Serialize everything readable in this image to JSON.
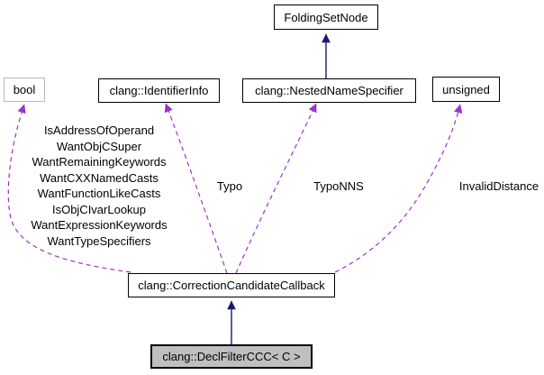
{
  "diagram": {
    "kind": "class-collaboration-graph",
    "nodes": {
      "folding_set_node": {
        "label": "FoldingSetNode"
      },
      "bool": {
        "label": "bool"
      },
      "identifier_info": {
        "label": "clang::IdentifierInfo"
      },
      "nested_name_specifier": {
        "label": "clang::NestedNameSpecifier"
      },
      "unsigned": {
        "label": "unsigned"
      },
      "correction_candidate_callback": {
        "label": "clang::CorrectionCandidateCallback"
      },
      "decl_filter_ccc": {
        "label": "clang::DeclFilterCCC< C >"
      }
    },
    "edge_labels": {
      "bool_members": [
        "IsAddressOfOperand",
        "WantObjCSuper",
        "WantRemainingKeywords",
        "WantCXXNamedCasts",
        "WantFunctionLikeCasts",
        "IsObjCIvarLookup",
        "WantExpressionKeywords",
        "WantTypeSpecifiers"
      ],
      "typo": "Typo",
      "typo_nns": "TypoNNS",
      "invalid_distance": "InvalidDistance"
    },
    "edges": [
      {
        "from": "nested_name_specifier",
        "to": "folding_set_node",
        "type": "inheritance",
        "style": "solid"
      },
      {
        "from": "decl_filter_ccc",
        "to": "correction_candidate_callback",
        "type": "inheritance",
        "style": "solid"
      },
      {
        "from": "correction_candidate_callback",
        "to": "bool",
        "type": "usage",
        "style": "dashed",
        "label": "IsAddressOfOperand WantObjCSuper WantRemainingKeywords WantCXXNamedCasts WantFunctionLikeCasts IsObjCIvarLookup WantExpressionKeywords WantTypeSpecifiers"
      },
      {
        "from": "correction_candidate_callback",
        "to": "identifier_info",
        "type": "usage",
        "style": "dashed",
        "label": "Typo"
      },
      {
        "from": "correction_candidate_callback",
        "to": "nested_name_specifier",
        "type": "usage",
        "style": "dashed",
        "label": "TypoNNS"
      },
      {
        "from": "correction_candidate_callback",
        "to": "unsigned",
        "type": "usage",
        "style": "dashed",
        "label": "InvalidDistance"
      }
    ],
    "colors": {
      "inheritance_edge": "#191970",
      "usage_edge": "#9a32cd",
      "node_border": "#000000",
      "builtin_node_border": "#b9b9b9",
      "current_node_fill": "#bfbfbf",
      "background": "#ffffff"
    }
  }
}
